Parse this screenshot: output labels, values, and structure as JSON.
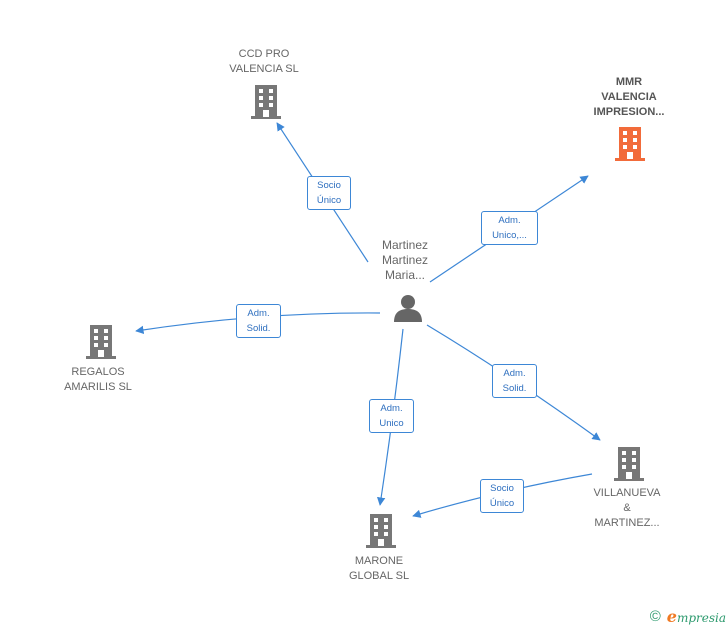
{
  "person": {
    "lines": [
      "Martinez",
      "Martinez",
      "Maria..."
    ],
    "icon": "person-icon"
  },
  "nodes": {
    "ccd": {
      "lines": [
        "CCD PRO",
        "VALENCIA SL"
      ],
      "icon": "building-icon",
      "color": "#777777"
    },
    "mmr": {
      "lines": [
        "MMR",
        "VALENCIA",
        "IMPRESION..."
      ],
      "icon": "building-icon",
      "color": "#f26b3a"
    },
    "regalos": {
      "lines": [
        "REGALOS",
        "AMARILIS  SL"
      ],
      "icon": "building-icon",
      "color": "#777777"
    },
    "villanueva": {
      "lines": [
        "VILLANUEVA",
        "&",
        "MARTINEZ..."
      ],
      "icon": "building-icon",
      "color": "#777777"
    },
    "marone": {
      "lines": [
        "MARONE",
        "GLOBAL  SL"
      ],
      "icon": "building-icon",
      "color": "#777777"
    }
  },
  "edges": {
    "ccd": [
      "Socio",
      "Único"
    ],
    "mmr": [
      "Adm.",
      "Unico,..."
    ],
    "regalos": [
      "Adm.",
      "Solid."
    ],
    "villanueva": [
      "Adm.",
      "Solid."
    ],
    "marone": [
      "Adm.",
      "Unico"
    ],
    "villanueva_marone": [
      "Socio",
      "Único"
    ]
  },
  "colors": {
    "edge": "#3d87d6",
    "building": "#777777",
    "highlight": "#f26b3a",
    "person": "#666666"
  },
  "footer": {
    "copyright": "©",
    "brand_initial": "e",
    "brand_rest": "mpresia"
  }
}
